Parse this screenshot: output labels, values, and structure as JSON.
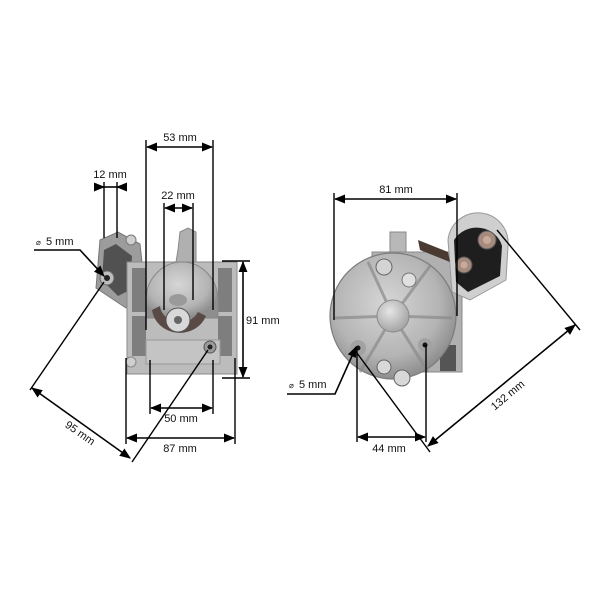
{
  "diagram": {
    "subject": "starter motor dimension drawing",
    "views": [
      {
        "id": "front-view",
        "dimensions": {
          "width_top": "53 mm",
          "mount_ear_width": "12 mm",
          "pinion_width": "22 mm",
          "hole_diameter": "5 mm",
          "height": "91 mm",
          "bottom_span": "50 mm",
          "total_width": "87 mm",
          "diagonal": "95 mm"
        }
      },
      {
        "id": "rear-view",
        "dimensions": {
          "body_width": "81 mm",
          "hole_diameter": "5 mm",
          "hole_spacing": "44 mm",
          "diagonal": "132 mm"
        }
      }
    ],
    "diameter_symbol": "⌀",
    "colors": {
      "line": "#000000",
      "metal_light": "#c8c8c8",
      "metal_mid": "#a8a8a8",
      "metal_dark": "#6e6e6e",
      "solenoid_black": "#1e1e1e",
      "background": "#ffffff"
    }
  }
}
